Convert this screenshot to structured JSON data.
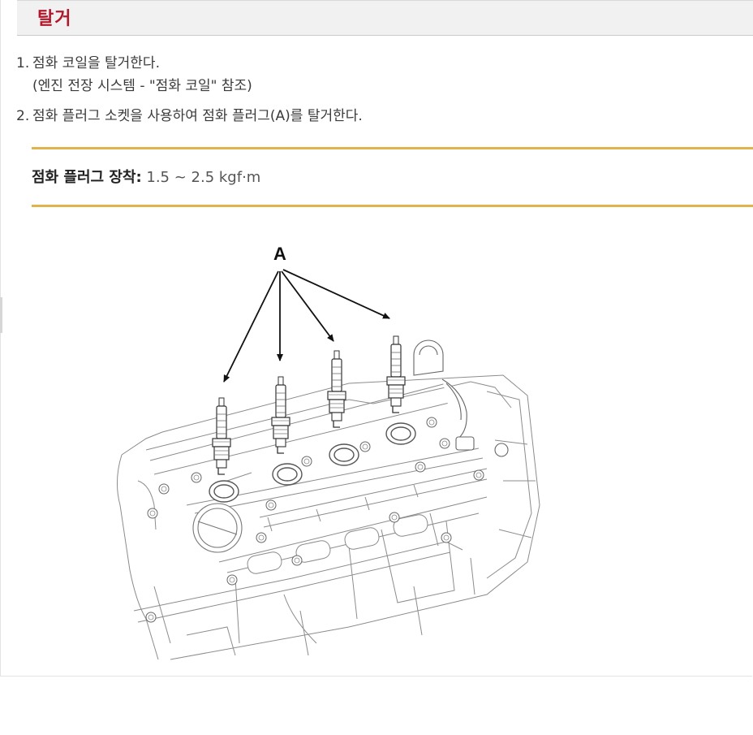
{
  "section": {
    "title": "탈거"
  },
  "steps": [
    {
      "number": "1.",
      "line1": "점화 코일을 탈거한다.",
      "line2": "(엔진 전장 시스템 - \"점화 코일\" 참조)"
    },
    {
      "number": "2.",
      "line1": "점화 플러그 소켓을 사용하여 점화 플러그(A)를 탈거한다."
    }
  ],
  "spec": {
    "label": "점화 플러그 장착:",
    "value": " 1.5 ~ 2.5 kgf·m",
    "accent_color": "#e0b44a"
  },
  "figure": {
    "callout_label": "A",
    "plug_count": 4
  },
  "colors": {
    "title": "#b0192c",
    "rule": "#e0b44a",
    "header_bg": "#f1f1f1"
  }
}
